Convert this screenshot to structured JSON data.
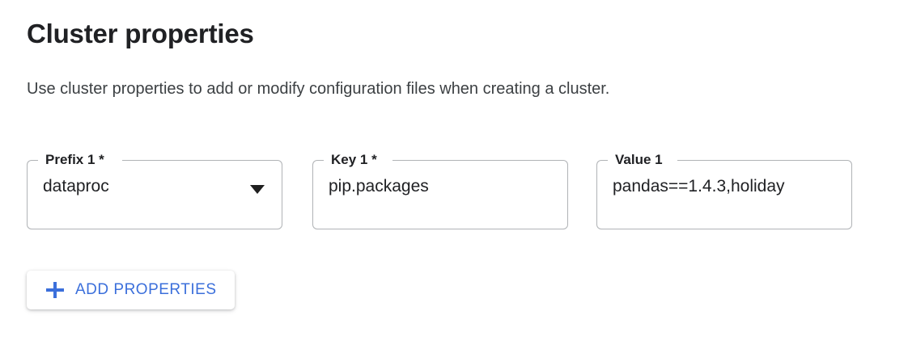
{
  "section": {
    "title": "Cluster properties",
    "description": "Use cluster properties to add or modify configuration files when creating a cluster."
  },
  "fields": [
    {
      "name": "prefix",
      "label": "Prefix 1 *",
      "value": "dataproc",
      "type": "select",
      "icon": "caret-down-icon"
    },
    {
      "name": "key",
      "label": "Key 1 *",
      "value": "pip.packages",
      "type": "text"
    },
    {
      "name": "value",
      "label": "Value 1",
      "value": "pandas==1.4.3,holiday",
      "type": "text"
    }
  ],
  "actions": {
    "add_properties_label": "ADD PROPERTIES",
    "add_properties_icon": "plus-icon"
  },
  "colors": {
    "accent_blue": "#3b6fdb",
    "text_primary": "#202124",
    "text_secondary": "#3c4043",
    "field_border": "#b0b3b6",
    "background": "#ffffff"
  }
}
